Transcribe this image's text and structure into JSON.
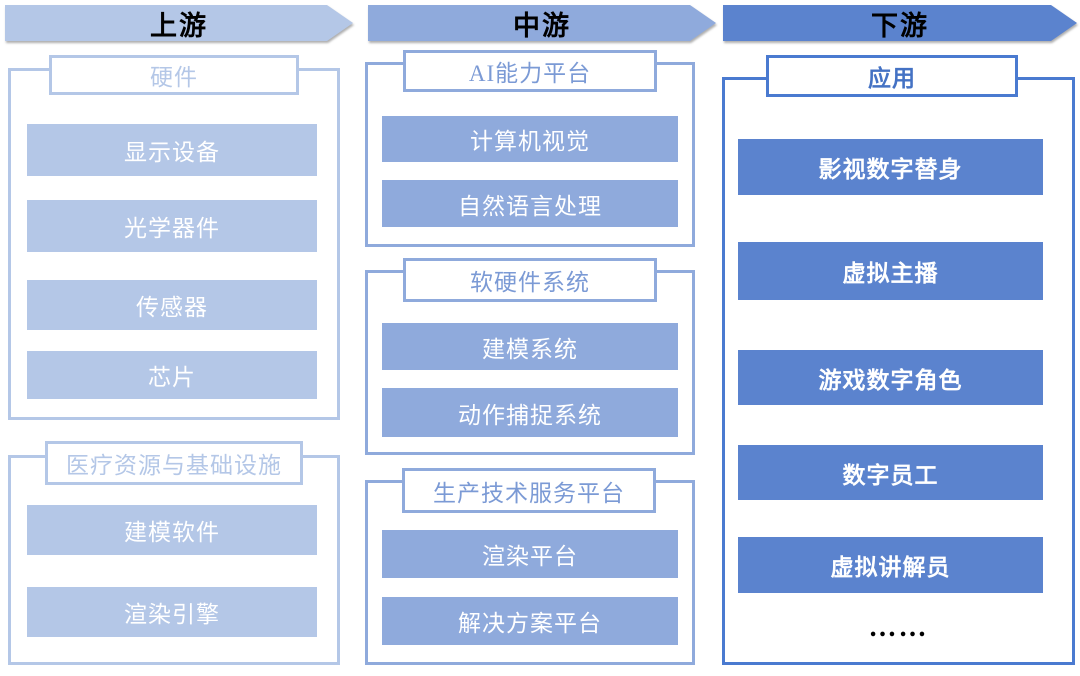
{
  "colors": {
    "upstream": "#b4c7e7",
    "midstream": "#8faadc",
    "downstream_fill": "#5b83ce",
    "downstream_line": "#4472c4",
    "header_text": "#000000",
    "item_text": "#ffffff",
    "background": "#ffffff"
  },
  "cols": [
    {
      "header": "上游",
      "groups": [
        {
          "title": "硬件",
          "items": [
            "显示设备",
            "光学器件",
            "传感器",
            "芯片"
          ]
        },
        {
          "title": "医疗资源与基础设施",
          "items": [
            "建模软件",
            "渲染引擎"
          ]
        }
      ]
    },
    {
      "header": "中游",
      "groups": [
        {
          "title": "AI能力平台",
          "items": [
            "计算机视觉",
            "自然语言处理"
          ]
        },
        {
          "title": "软硬件系统",
          "items": [
            "建模系统",
            "动作捕捉系统"
          ]
        },
        {
          "title": "生产技术服务平台",
          "items": [
            "渲染平台",
            "解决方案平台"
          ]
        }
      ]
    },
    {
      "header": "下游",
      "groups": [
        {
          "title": "应用",
          "items": [
            "影视数字替身",
            "虚拟主播",
            "游戏数字角色",
            "数字员工",
            "虚拟讲解员"
          ],
          "more": "……"
        }
      ]
    }
  ]
}
